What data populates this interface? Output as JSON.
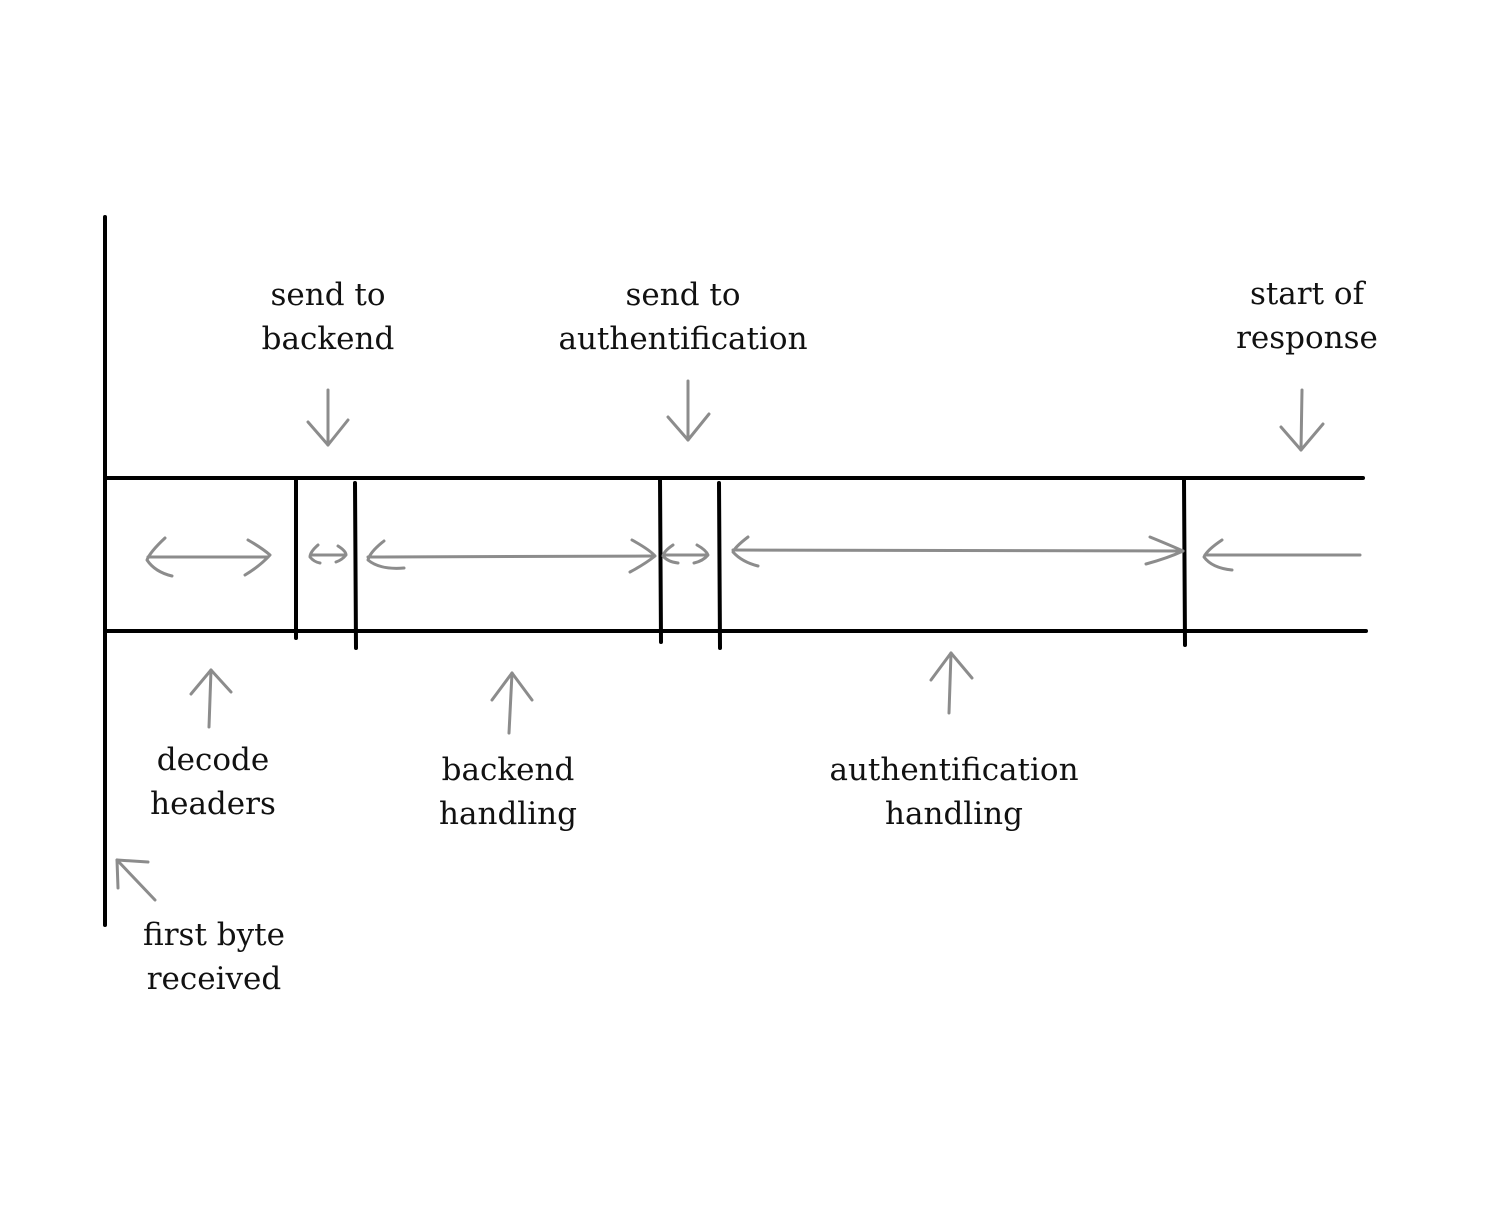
{
  "labels": {
    "send_to_backend": [
      "send to",
      "backend"
    ],
    "send_to_auth": [
      "send to",
      "authentification"
    ],
    "start_of_response": [
      "start of",
      "response"
    ],
    "decode_headers": [
      "decode",
      "headers"
    ],
    "backend_handling": [
      "backend",
      "handling"
    ],
    "auth_handling": [
      "authentification",
      "handling"
    ],
    "first_byte": [
      "first byte",
      "received"
    ]
  },
  "colors": {
    "line": "#000000",
    "arrow": "#8c8c8c",
    "text": "#111111"
  }
}
